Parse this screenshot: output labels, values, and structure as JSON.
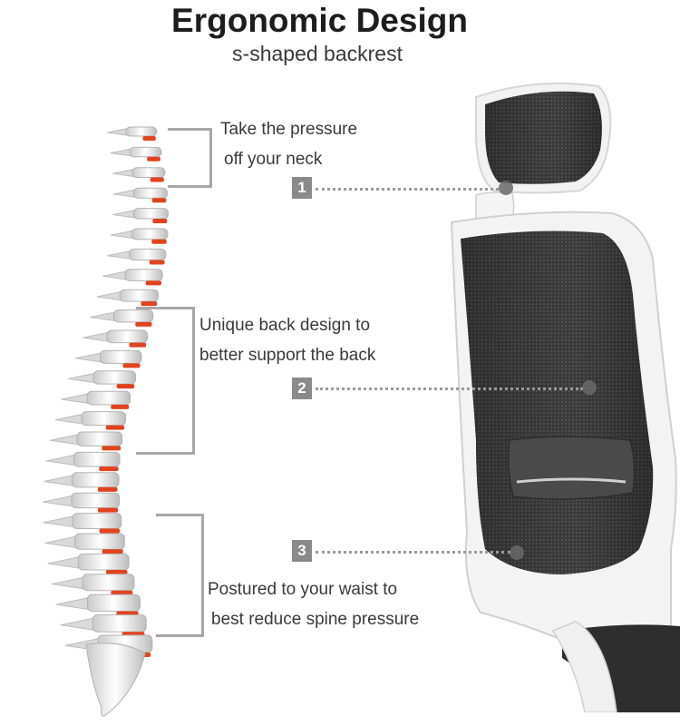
{
  "header": {
    "title": "Ergonomic Design",
    "subtitle": "s-shaped backrest"
  },
  "callouts": [
    {
      "number": "1",
      "lines": [
        "Take the pressure",
        "off your neck"
      ]
    },
    {
      "number": "2",
      "lines": [
        "Unique back design to",
        "better support the back"
      ]
    },
    {
      "number": "3",
      "lines": [
        "Postured to your waist to",
        "best reduce spine pressure"
      ]
    }
  ],
  "colors": {
    "disc_accent": "#e2431e",
    "badge": "#8a8a8a",
    "mesh": "#3c3c3c",
    "frame": "#f2f2f2"
  }
}
